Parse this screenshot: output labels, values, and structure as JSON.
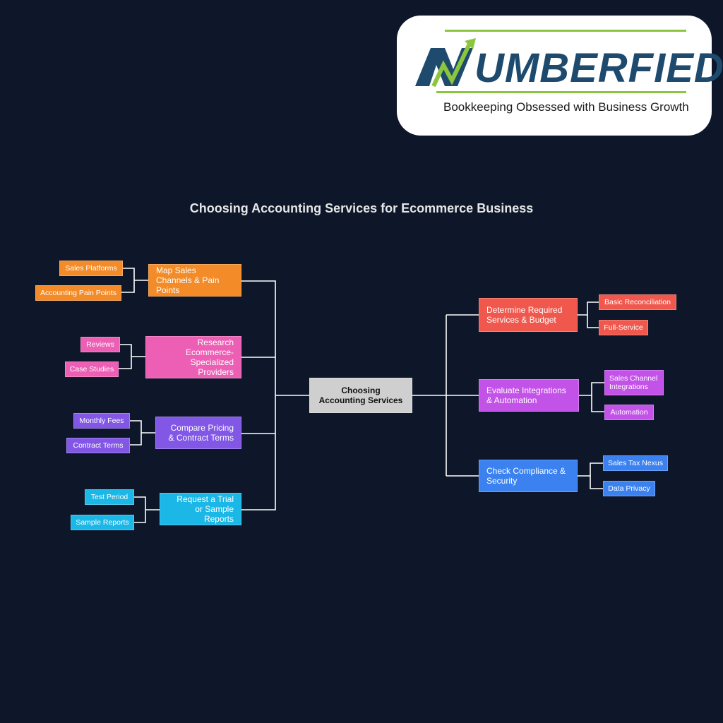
{
  "logo": {
    "name": "NUMBERFIED",
    "name_rest": "UMBERFIED",
    "tagline": "Bookkeeping Obsessed with Business Growth",
    "colors": {
      "navy": "#1e4a6e",
      "green": "#8cc63f"
    }
  },
  "title": "Choosing Accounting Services for Ecommerce Business",
  "center": "Choosing Accounting Services",
  "left": [
    {
      "label": "Map Sales Channels & Pain Points",
      "color": "#f28b28",
      "children": [
        "Sales Platforms",
        "Accounting Pain Points"
      ]
    },
    {
      "label": "Research Ecommerce-Specialized Providers",
      "color": "#ec5fb4",
      "children": [
        "Reviews",
        "Case Studies"
      ]
    },
    {
      "label": "Compare Pricing & Contract Terms",
      "color": "#8257e5",
      "children": [
        "Monthly Fees",
        "Contract Terms"
      ]
    },
    {
      "label": "Request a Trial or Sample Reports",
      "color": "#1bb7e6",
      "children": [
        "Test Period",
        "Sample Reports"
      ]
    }
  ],
  "right": [
    {
      "label": "Determine Required Services & Budget",
      "color": "#f0584d",
      "children": [
        "Basic Reconciliation",
        "Full-Service"
      ]
    },
    {
      "label": "Evaluate Integrations & Automation",
      "color": "#c352e8",
      "children": [
        "Sales Channel Integrations",
        "Automation"
      ]
    },
    {
      "label": "Check Compliance & Security",
      "color": "#3b82f0",
      "children": [
        "Sales Tax Nexus",
        "Data Privacy"
      ]
    }
  ]
}
